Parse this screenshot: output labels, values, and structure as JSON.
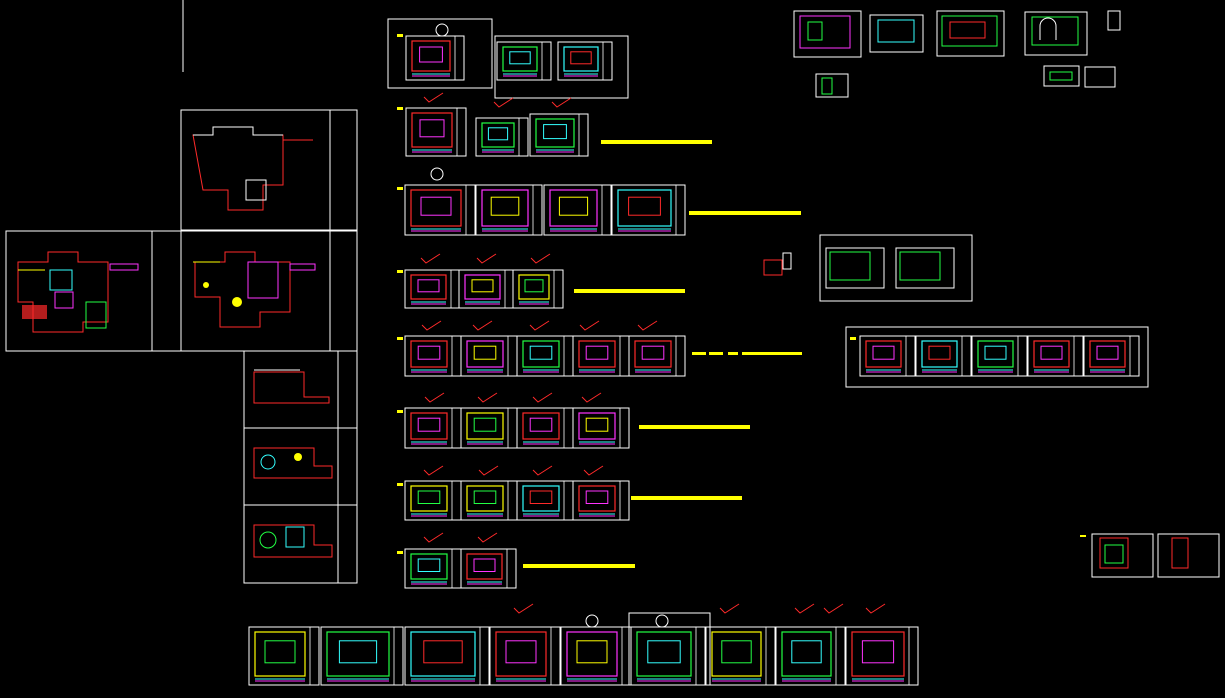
{
  "viewport": {
    "background": "#000000"
  },
  "colors": {
    "sheet_border": "#ffffff",
    "highlight_bar": "#ffff00",
    "drawing_red": "#ff2a2a",
    "drawing_green": "#22ff44",
    "drawing_magenta": "#ff33ff",
    "drawing_cyan": "#33ffff",
    "check_mark": "#ff2a2a"
  },
  "icons": [
    "check-mark-icon",
    "circle-marker-icon",
    "title-block-icon"
  ],
  "rows": [
    {
      "id": "row-1",
      "sheet_count": 3,
      "checked": 3
    },
    {
      "id": "row-2",
      "sheet_count": 4,
      "checked": 0
    },
    {
      "id": "row-3",
      "sheet_count": 3,
      "checked": 3
    },
    {
      "id": "row-4",
      "sheet_count": 5,
      "checked": 5
    },
    {
      "id": "row-5",
      "sheet_count": 4,
      "checked": 4
    },
    {
      "id": "row-6",
      "sheet_count": 4,
      "checked": 4
    },
    {
      "id": "row-7",
      "sheet_count": 2,
      "checked": 2
    },
    {
      "id": "bottom-row",
      "sheet_count": 9,
      "checked": 5
    }
  ]
}
